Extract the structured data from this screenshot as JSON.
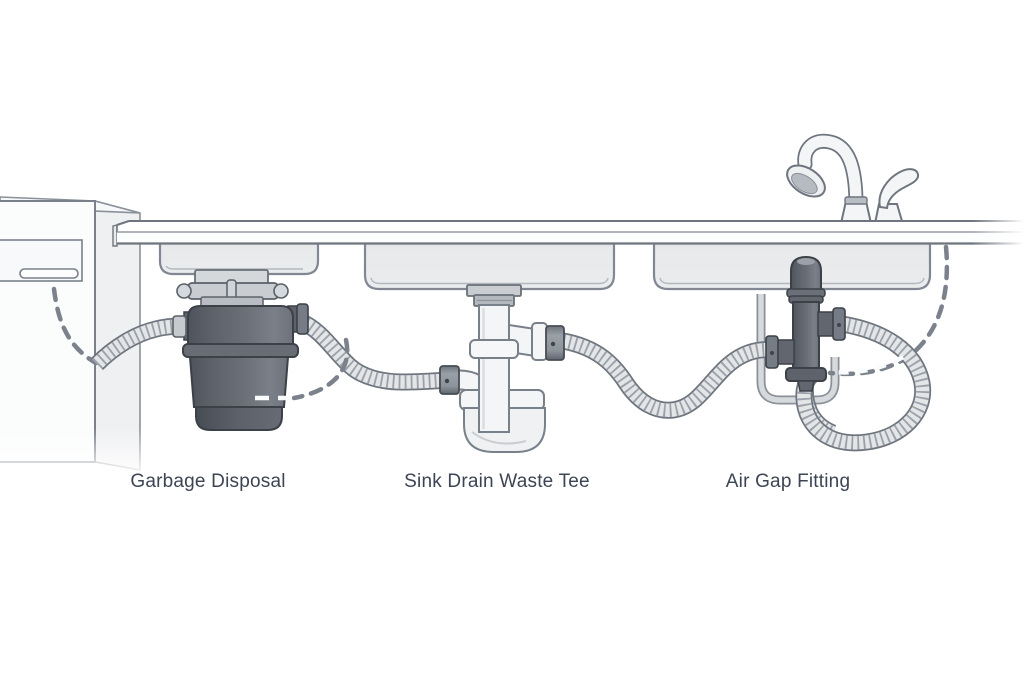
{
  "figure": {
    "type": "under-sink-plumbing-diagram",
    "labels": {
      "garbage_disposal": "Garbage Disposal",
      "sink_drain_waste_tee": "Sink Drain Waste Tee",
      "air_gap_fitting": "Air Gap Fitting"
    },
    "palette": {
      "label_text": "#3d4554",
      "outline": "#6e757e",
      "dark_unit": "#666b74",
      "hose_fill": "#e3e5e7",
      "hose_rib": "#9aa1a9",
      "pipe_white": "#f4f5f7",
      "basin_fill": "#e9ebed",
      "metal": "#c9cdd2",
      "dashed_route": "#7b828c"
    }
  }
}
